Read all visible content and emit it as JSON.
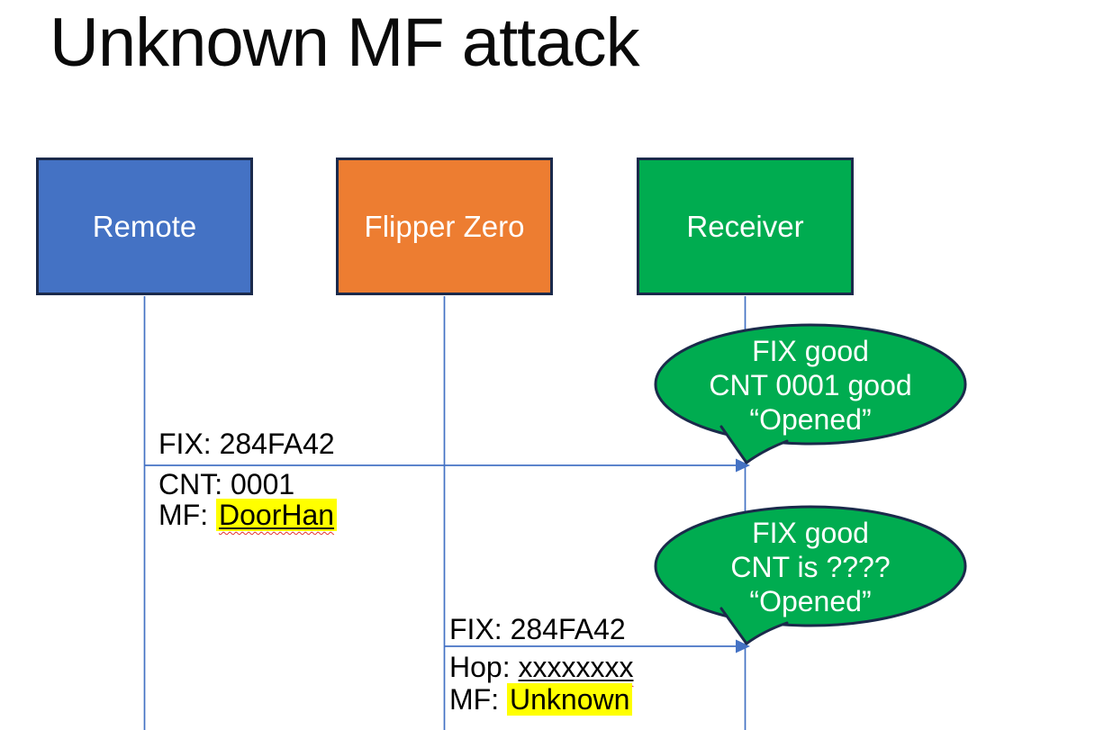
{
  "title": "Unknown MF attack",
  "actors": [
    {
      "label": "Remote"
    },
    {
      "label": "Flipper Zero"
    },
    {
      "label": "Receiver"
    }
  ],
  "messages": [
    {
      "from": "Remote",
      "to": "Receiver",
      "above": "FIX: 284FA42",
      "cnt": "CNT: 0001",
      "mf_prefix": "MF: ",
      "mf_value": "DoorHan"
    },
    {
      "from": "Flipper Zero",
      "to": "Receiver",
      "above": "FIX: 284FA42",
      "hop_prefix": "Hop: ",
      "hop_value": "xxxxxxxx",
      "mf_prefix": "MF: ",
      "mf_value": "Unknown"
    }
  ],
  "callouts": [
    {
      "attached_to": "Receiver",
      "lines": [
        "FIX good",
        "CNT 0001 good",
        "“Opened”"
      ]
    },
    {
      "attached_to": "Receiver",
      "lines": [
        "FIX good",
        "CNT is ????",
        "“Opened”"
      ]
    }
  ],
  "colors": {
    "remote_fill": "#4472C4",
    "flipper_fill": "#ED7D31",
    "receiver_fill": "#00AC50",
    "callout_fill": "#00AC50",
    "shape_outline": "#1B2A4B",
    "connector_blue": "#4472C4",
    "highlight_yellow": "#FFFF00",
    "squiggle_red": "#E5322D",
    "actor_text": "#FFFFFF",
    "callout_text": "#FFFFFF",
    "message_text": "#000000",
    "title_text": "#0A0A0A"
  }
}
